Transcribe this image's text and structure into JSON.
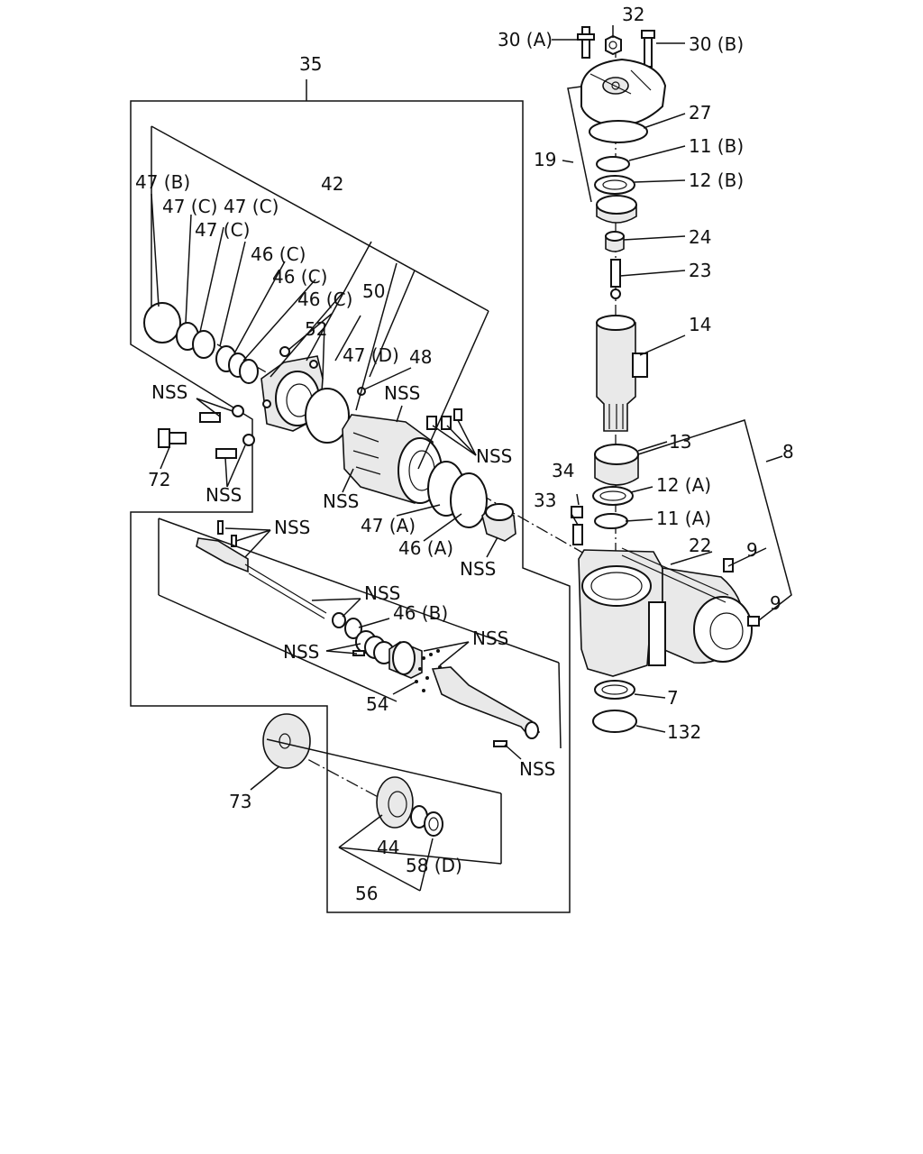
{
  "labels": {
    "l30a": "30 (A)",
    "l32": "32",
    "l30b": "30 (B)",
    "l35": "35",
    "l27": "27",
    "l11b": "11 (B)",
    "l19": "19",
    "l12b": "12 (B)",
    "l47b": "47 (B)",
    "l42": "42",
    "l47c1": "47 (C)",
    "l47c2": "47 (C)",
    "l47c3": "47 (C)",
    "l24": "24",
    "l46c1": "46 (C)",
    "l23": "23",
    "l46c2": "46 (C)",
    "l50": "50",
    "l46c3": "46 (C)",
    "l52": "52",
    "l14": "14",
    "l47d": "47 (D)",
    "l48": "48",
    "lnss1": "NSS",
    "lnss2": "NSS",
    "l13": "13",
    "l8": "8",
    "lnss3": "NSS",
    "l72": "72",
    "l34": "34",
    "l12a": "12 (A)",
    "lnss4": "NSS",
    "lnss5": "NSS",
    "l33": "33",
    "l11a": "11 (A)",
    "l47a": "47 (A)",
    "lnss6": "NSS",
    "l22": "22",
    "l9a": "9",
    "l46a": "46 (A)",
    "lnss7": "NSS",
    "lnss8": "NSS",
    "l9b": "9",
    "l46b": "46 (B)",
    "lnss9": "NSS",
    "lnss10": "NSS",
    "l7": "7",
    "l54": "54",
    "l132": "132",
    "lnss11": "NSS",
    "l73": "73",
    "l44": "44",
    "l58d": "58 (D)",
    "l56": "56"
  }
}
